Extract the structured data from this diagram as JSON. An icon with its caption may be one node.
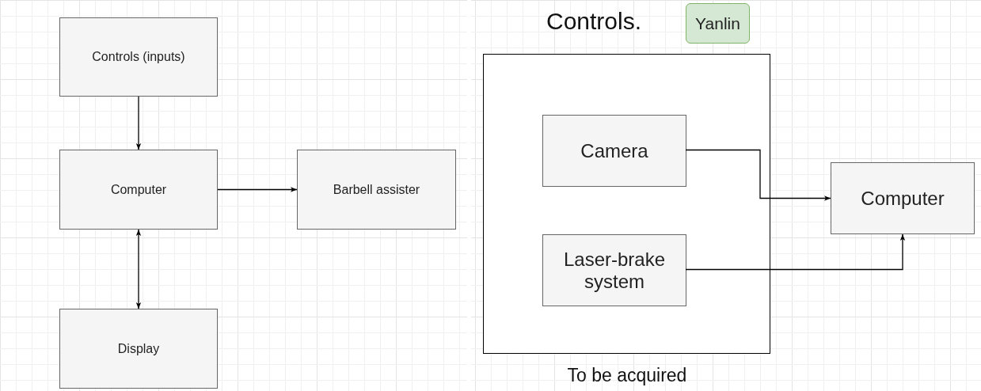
{
  "diagram": {
    "title": "Controls.",
    "nodes": [
      {
        "text": [
          "Controls (inputs)"
        ]
      },
      {
        "text": [
          "Computer"
        ]
      },
      {
        "text": [
          "Barbell assister"
        ]
      },
      {
        "text": [
          "Display"
        ]
      },
      {
        "text": [
          "Yanlin"
        ]
      },
      {
        "text": [],
        "shape": "box",
        "beside": [
          "To be acquired"
        ]
      },
      {
        "text": [
          "Camera"
        ],
        "in": 5
      },
      {
        "text": [
          "Laser-brake system"
        ],
        "in": 5
      },
      {
        "text": [
          "Computer"
        ]
      }
    ],
    "edges": [
      {
        "from": 0,
        "to": 1,
        "arrow": "to"
      },
      {
        "from": 1,
        "to": 2,
        "arrow": "to"
      },
      {
        "from": 1,
        "to": 3,
        "arrow": "both"
      },
      {
        "from": 6,
        "to": 8,
        "arrow": "to"
      },
      {
        "from": 7,
        "to": 8,
        "arrow": "to"
      }
    ]
  }
}
